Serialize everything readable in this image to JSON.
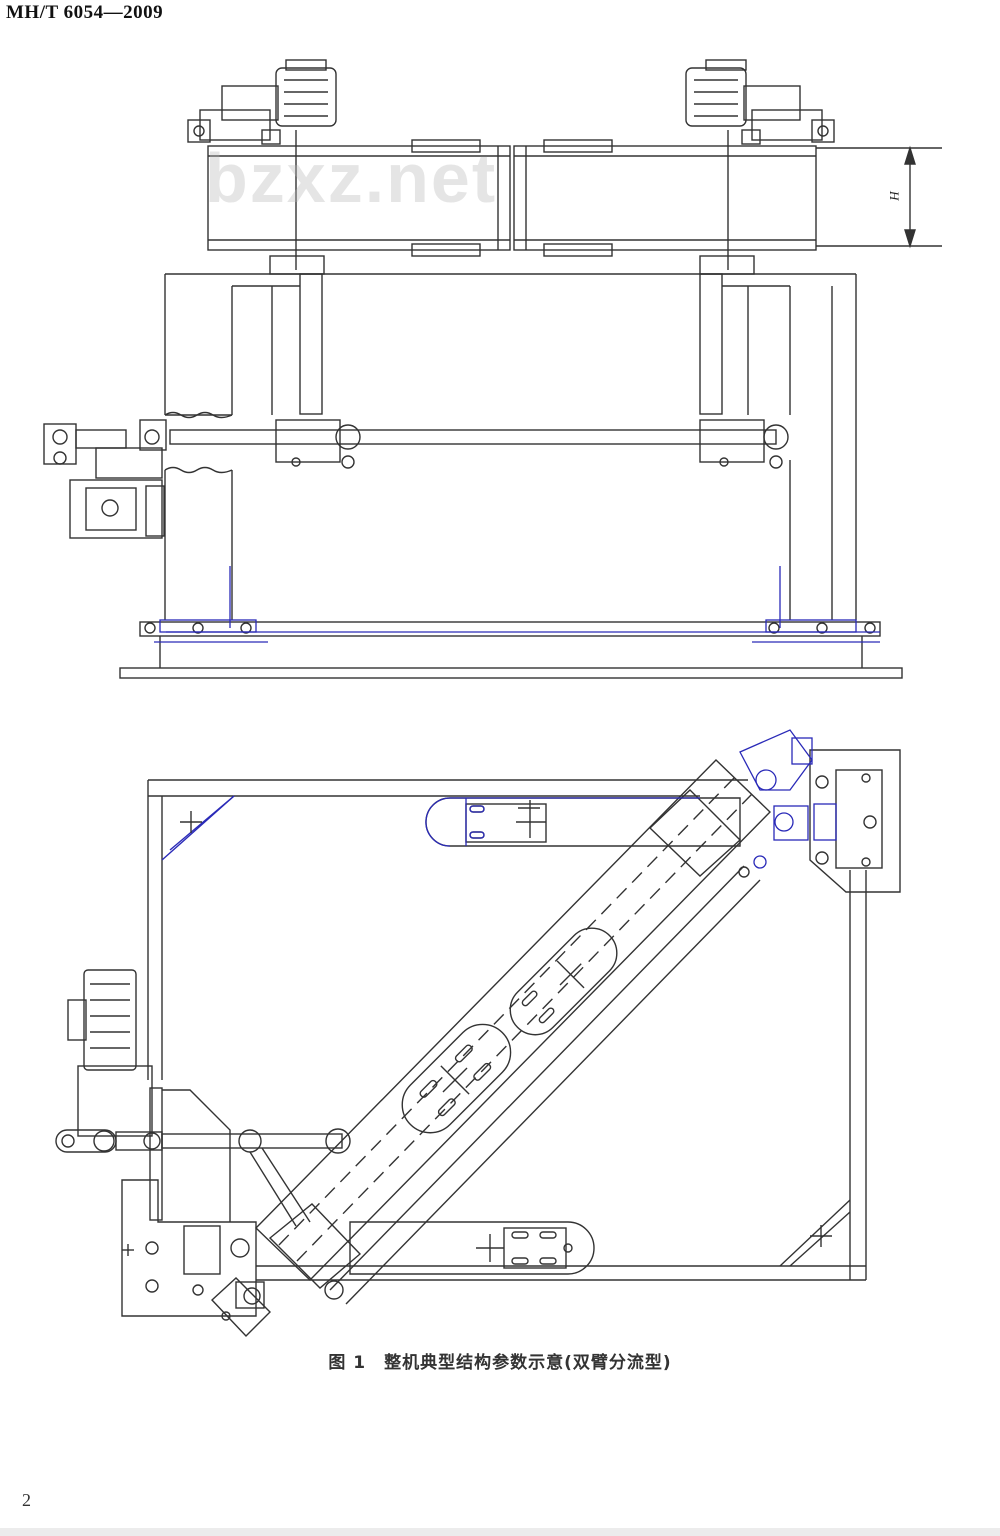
{
  "header": {
    "standard_code": "MH/T 6054—2009"
  },
  "watermark": {
    "text": "bzxz.net"
  },
  "figure": {
    "dimension_label": "H",
    "caption": "图 1　整机典型结构参数示意(双臂分流型)"
  },
  "footer": {
    "page_number": "2"
  },
  "colors": {
    "line": "#333333",
    "blue_line": "#2a2ab8",
    "watermark": "#b4b4b4"
  }
}
